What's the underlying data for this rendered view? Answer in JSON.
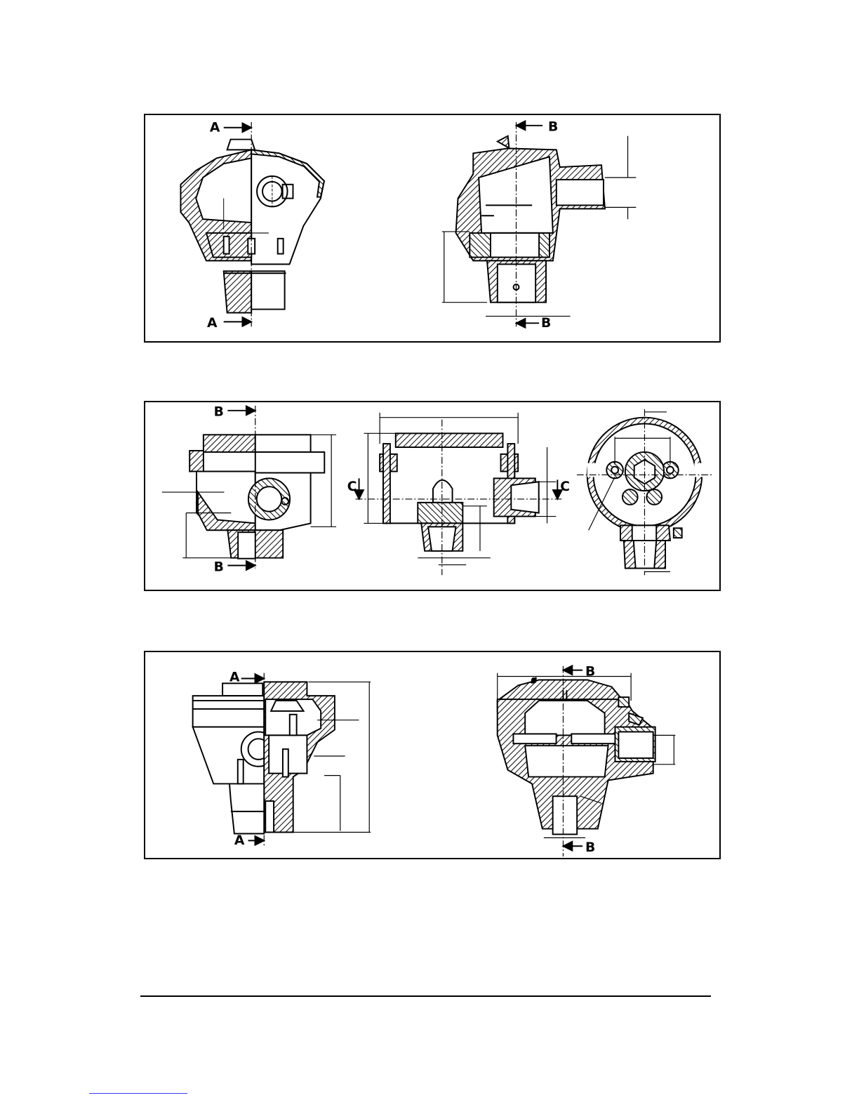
{
  "colors": {
    "ink": "#000000",
    "paper": "#ffffff",
    "link_rule": "#3a3aff"
  },
  "panel1": {
    "left_top": "A",
    "left_bottom": "A",
    "right_top": "B",
    "right_bottom": "B"
  },
  "panel2": {
    "left_top": "B",
    "left_bottom": "B",
    "mid_left": "C",
    "mid_right": "C"
  },
  "panel3": {
    "left_top": "A",
    "left_bottom": "A",
    "right_top": "B",
    "right_bottom": "B",
    "diameter": "ø"
  }
}
